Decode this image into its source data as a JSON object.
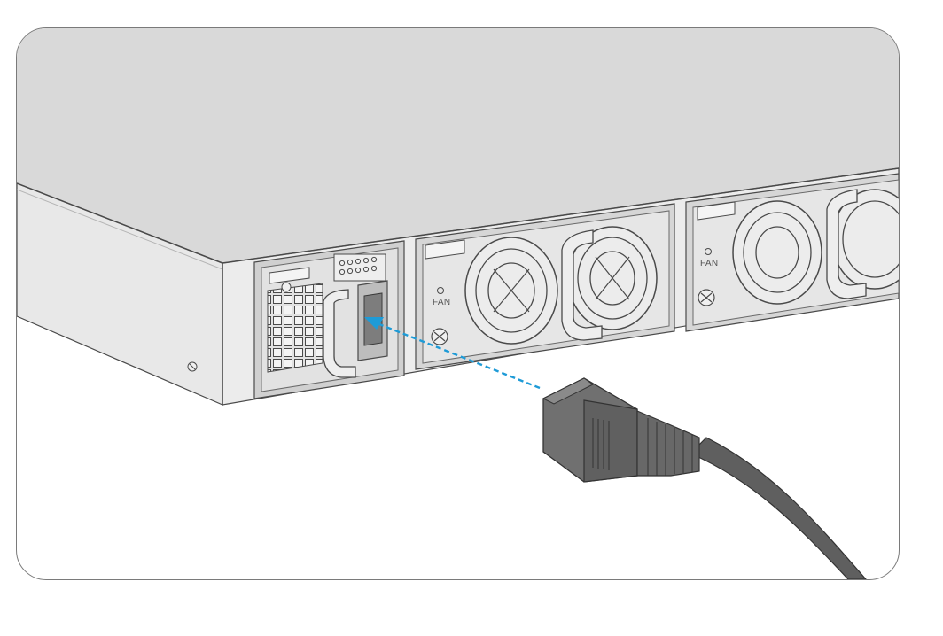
{
  "figure": {
    "labels": {
      "fan_slot_1": "FAN",
      "fan_slot_2": "FAN"
    },
    "colors": {
      "chassis_top": "#d9d9d9",
      "chassis_front": "#ececec",
      "chassis_side": "#e3e3e3",
      "outline": "#4a4a4a",
      "module": "#d4d4d4",
      "arrow": "#1e9bd7",
      "cable": "#5f5f5f",
      "plug": "#6b6b6b"
    },
    "icons": [
      "power-supply-module",
      "fan-module",
      "fan-module",
      "power-cord-plug",
      "insert-arrow",
      "screw-icon"
    ]
  }
}
